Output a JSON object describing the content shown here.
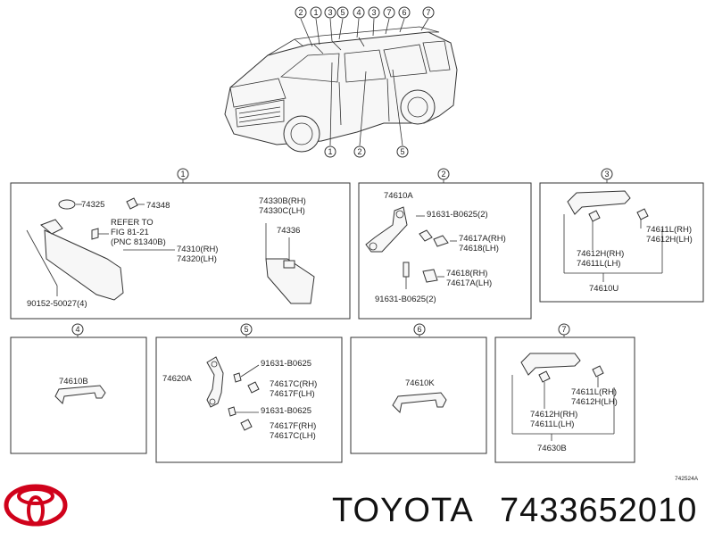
{
  "header_callouts": [
    "2",
    "1",
    "3",
    "5",
    "4",
    "3",
    "7",
    "6",
    "7"
  ],
  "lower_callouts": [
    "1",
    "2",
    "5"
  ],
  "panels": {
    "p1": {
      "num": "1",
      "labels": [
        "74325",
        "74348",
        "REFER TO",
        "FIG 81-21",
        "(PNC 81340B)",
        "74310(RH)",
        "74320(LH)",
        "90152-50027(4)",
        "74330B(RH)",
        "74330C(LH)",
        "74336"
      ]
    },
    "p2": {
      "num": "2",
      "labels": [
        "74610A",
        "91631-B0625(2)",
        "74617A(RH)",
        "74618(LH)",
        "74618(RH)",
        "74617A(LH)",
        "91631-B0625(2)"
      ]
    },
    "p3": {
      "num": "3",
      "labels": [
        "74611L(RH)",
        "74612H(LH)",
        "74612H(RH)",
        "74611L(LH)",
        "74610U"
      ]
    },
    "p4": {
      "num": "4",
      "labels": [
        "74610B"
      ]
    },
    "p5": {
      "num": "5",
      "labels": [
        "74620A",
        "91631-B0625",
        "74617C(RH)",
        "74617F(LH)",
        "91631-B0625",
        "74617F(RH)",
        "74617C(LH)"
      ]
    },
    "p6": {
      "num": "6",
      "labels": [
        "74610K"
      ]
    },
    "p7": {
      "num": "7",
      "labels": [
        "74611L(RH)",
        "74612H(LH)",
        "74612H(RH)",
        "74611L(LH)",
        "74630B"
      ]
    }
  },
  "diagram_code": "742524A",
  "brand": {
    "name": "TOYOTA",
    "part_number": "7433652010",
    "logo_color": "#d0021b"
  }
}
